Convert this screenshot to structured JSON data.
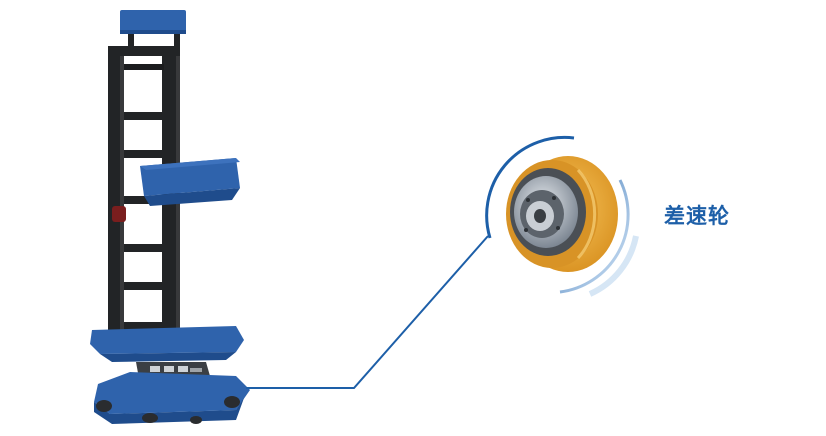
{
  "callout": {
    "label": "差速轮",
    "label_color": "#1d5fa8",
    "line_color": "#1d5fa8"
  },
  "colors": {
    "frame_blue": "#2f63ac",
    "frame_blue_dark": "#1f4c8c",
    "ladder_black": "#222426",
    "tire_orange": "#e8a431",
    "hub_steel": "#9aa3ad"
  },
  "icons": {
    "robot": "mobile-robot-illustration",
    "wheel": "differential-wheel-illustration"
  }
}
